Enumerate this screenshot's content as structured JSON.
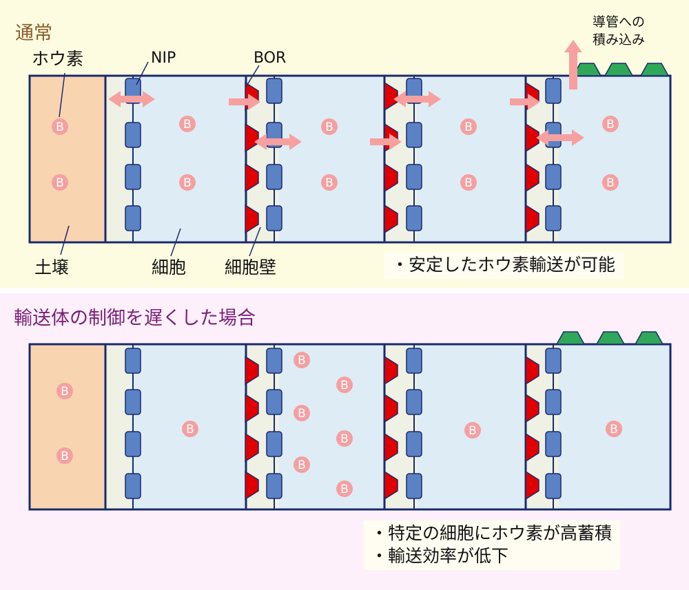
{
  "colors": {
    "top_bg": "#fdfce0",
    "bottom_bg": "#fdf0fa",
    "title_normal": "#8b5a2b",
    "title_slow": "#7a1f7a",
    "soil": "#f9d4b0",
    "cell": "#deecf6",
    "wall": "#eef1e3",
    "outline": "#1a2a6c",
    "nip": "#5b82c5",
    "bor": "#e00000",
    "arrow": "#f6a0a0",
    "boron": "#f4a0a0",
    "xylem": "#2fa85a"
  },
  "top_panel": {
    "title": "通常",
    "labels": {
      "boron": "ホウ素",
      "nip": "NIP",
      "bor": "BOR",
      "xylem_loading": "導管への\n積み込み",
      "soil": "土壌",
      "cell": "細胞",
      "cell_wall": "細胞壁"
    },
    "notes": [
      "・安定したホウ素輸送が可能"
    ]
  },
  "bottom_panel": {
    "title": "輸送体の制御を遅くした場合",
    "notes": [
      "・特定の細胞にホウ素が高蓄積",
      "・輸送効率が低下"
    ]
  },
  "boron_symbol": "B"
}
